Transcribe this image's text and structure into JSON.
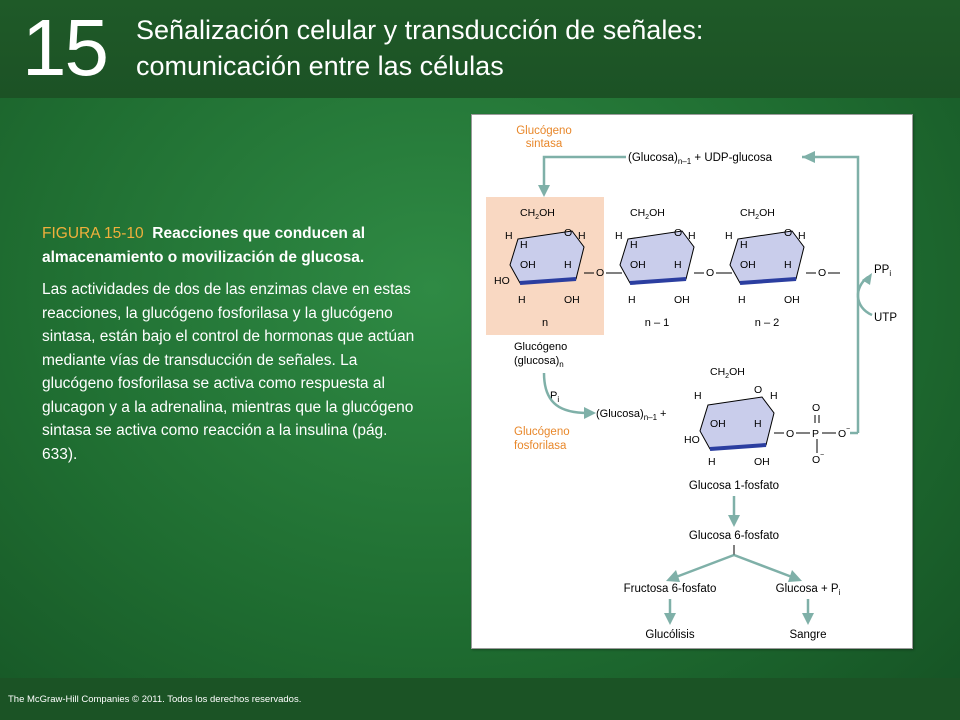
{
  "header": {
    "chapter_number": "15",
    "title_line1": "Señalización celular y transducción de señales:",
    "title_line2": "comunicación entre las células"
  },
  "caption": {
    "figure_number": "FIGURA 15-10",
    "figure_title": "Reacciones que conducen al almacenamiento o movilización de glucosa.",
    "body": "Las actividades de dos de las enzimas clave en estas reacciones, la glucógeno fosforilasa y la glucógeno sintasa, están bajo el control de hormonas que actúan mediante vías de transducción de señales. La glucógeno fosforilasa se activa como respuesta al glucagon y a la adrenalina, mientras que la glucógeno sintasa se activa como reacción a la insulina (pág. 633)."
  },
  "diagram": {
    "enzyme_synthase_line1": "Glucógeno",
    "enzyme_synthase_line2": "sintasa",
    "enzyme_phosphorylase_line1": "Glucógeno",
    "enzyme_phosphorylase_line2": "fosforilasa",
    "top_reactant": "(Glucosa)",
    "top_reactant_sub": "n–1",
    "top_reactant_rest": " + UDP-glucosa",
    "ring_ch2oh": "CH",
    "ring_ch2oh_sub": "2",
    "ring_ch2oh_end": "OH",
    "ring_labels": [
      "n",
      "n – 1",
      "n – 2"
    ],
    "glycogen_line1": "Glucógeno",
    "glycogen_line2": "(glucosa)",
    "glycogen_sub": "n",
    "pi": "P",
    "pi_sub": "i",
    "bottom_reactant": "(Glucosa)",
    "bottom_reactant_sub": "n–1",
    "bottom_reactant_plus": "+",
    "ppi": "PP",
    "ppi_sub": "i",
    "utp": "UTP",
    "glucose1p": "Glucosa 1-fosfato",
    "glucose6p": "Glucosa 6-fosfato",
    "fructose6p": "Fructosa 6-fosfato",
    "glucose_pi": "Glucosa + P",
    "glucose_pi_sub": "i",
    "glycolysis": "Glucólisis",
    "blood": "Sangre"
  },
  "colors": {
    "enzyme_label": "#e8872a",
    "arrow": "#7fb0a8",
    "ring_fill": "#c9cdeb",
    "ring_bold": "#2b3ea0",
    "highlight_box": "#f9d8c2"
  },
  "footer": {
    "copyright": "The McGraw-Hill Companies © 2011. Todos los derechos reservados."
  }
}
